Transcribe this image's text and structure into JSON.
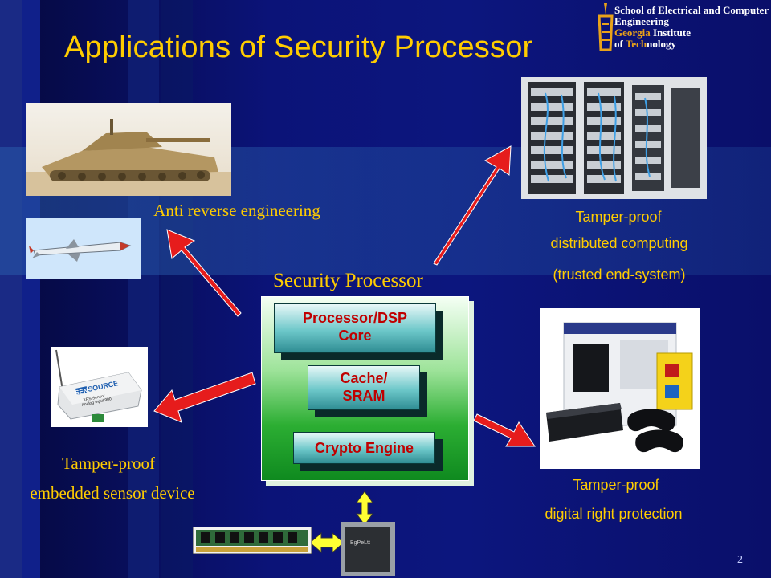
{
  "slide": {
    "title": "Applications of Security Processor",
    "page_number": "2"
  },
  "logo": {
    "line1": "School of Electrical and Computer",
    "line2": "Engineering",
    "line3_a": "Georgia",
    "line3_b": " Institute",
    "line4_a": "of ",
    "line4_b": "Tech",
    "line4_c": "nology"
  },
  "labels": {
    "anti_reverse": "Anti reverse engineering",
    "distributed_1": "Tamper-proof",
    "distributed_2": "distributed computing",
    "distributed_3": "(trusted end-system)",
    "sensor_1": "Tamper-proof",
    "sensor_2": "embedded sensor device",
    "drm_1": "Tamper-proof",
    "drm_2": "digital right protection"
  },
  "security_processor": {
    "title": "Security Processor",
    "blocks": [
      "Processor/DSP Core",
      "Cache/ SRAM",
      "Crypto Engine"
    ]
  },
  "sensor_device": {
    "brand_a": "SEN",
    "brand_b": "SOURCE",
    "model": "XRS Sensor",
    "model2": "Analog Input 900"
  },
  "chip_text": "BgPeLtt",
  "colors": {
    "accent_yellow": "#ffcc00",
    "arrow_red": "#e61c1c",
    "background": "#0a0f6a",
    "processor_green": "#1f9d2a"
  },
  "icons": [
    "arrow-icon",
    "double-arrow-icon",
    "memory-module-icon",
    "chip-icon"
  ]
}
